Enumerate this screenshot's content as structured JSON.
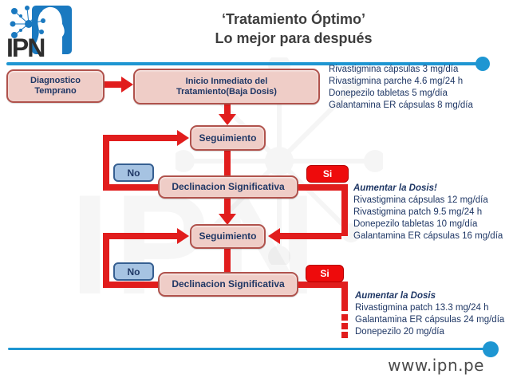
{
  "logo": {
    "text": "IPN"
  },
  "title": {
    "line1": "‘Tratamiento Óptimo’",
    "line2": "Lo mejor para después"
  },
  "flow": {
    "diagnostico": "Diagnostico\nTemprano",
    "inicio": "Inicio Inmediato del\nTratamiento(Baja Dosis)",
    "seguimiento1": "Seguimiento",
    "declinacion1": "Declinacion Significativa",
    "seguimiento2": "Seguimiento",
    "declinacion2": "Declinacion Significativa",
    "no1": "No",
    "si1": "Si",
    "no2": "No",
    "si2": "Si"
  },
  "notes": {
    "dose_low": {
      "lines": [
        "Rivastigmina cápsulas 3 mg/día",
        "Rivastigmina parche 4.6 mg/24 h",
        "Donepezilo tabletas 5 mg/día",
        "Galantamina ER cápsulas 8 mg/día"
      ]
    },
    "dose_mid": {
      "title": "Aumentar la Dosis!",
      "lines": [
        "Rivastigmina cápsulas 12 mg/día",
        "Rivastigmina patch 9.5 mg/24 h",
        "Donepezilo tabletas 10 mg/día",
        "Galantamina ER cápsulas 16 mg/día"
      ]
    },
    "dose_high": {
      "title": "Aumentar la Dosis",
      "lines": [
        "Rivastigmina patch 13.3 mg/24 h",
        "Galantamina ER cápsulas 24 mg/día",
        "Donepezilo 20 mg/día"
      ]
    }
  },
  "footer": {
    "website": "www.ipn.pe"
  },
  "colors": {
    "blue": "#1e96d2",
    "pink": "#efcdc7",
    "pink-border": "#b0524c",
    "navy": "#1f3765",
    "red": "#e11d1d",
    "no-fill": "#a6c3e2",
    "no-border": "#365f91",
    "si-fill": "#ee0b0c",
    "title-gray": "#3d3d3d",
    "footer-gray": "#4a4a4a"
  }
}
